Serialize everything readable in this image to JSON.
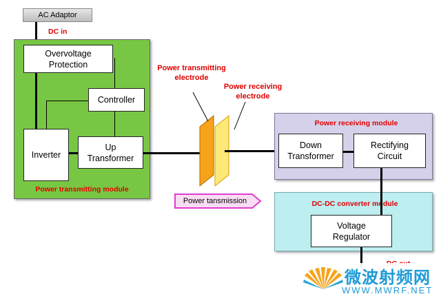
{
  "diagram": {
    "ac_adaptor": "AC Adaptor",
    "dc_in": "DC in",
    "transmit_module": {
      "label": "Power transmitting module",
      "overvoltage": "Overvoltage\nProtection",
      "controller": "Controller",
      "inverter": "Inverter",
      "up_transformer": "Up\nTransformer"
    },
    "transmit_electrode": "Power transmitting\nelectrode",
    "receive_electrode": "Power receiving\nelectrode",
    "power_transmission": "Power tansmission",
    "receive_module": {
      "label": "Power receiving module",
      "down_transformer": "Down\nTransformer",
      "rectifying": "Rectifying\nCircuit"
    },
    "dcdc_module": {
      "label": "DC-DC converter module",
      "voltage_regulator": "Voltage\nRegulator"
    },
    "dc_out": "DC out"
  },
  "watermark": {
    "cn": "微波射频网",
    "url": "WWW.MWRF.NET"
  },
  "colors": {
    "transmit_fill": "#77c744",
    "receive_fill": "#d6d1ea",
    "dcdc_fill": "#bdeef0",
    "electrode_orange": "#f6a31a",
    "electrode_yellow": "#fde878",
    "arrow_border": "#e23ad2",
    "label_red": "#e00000"
  }
}
